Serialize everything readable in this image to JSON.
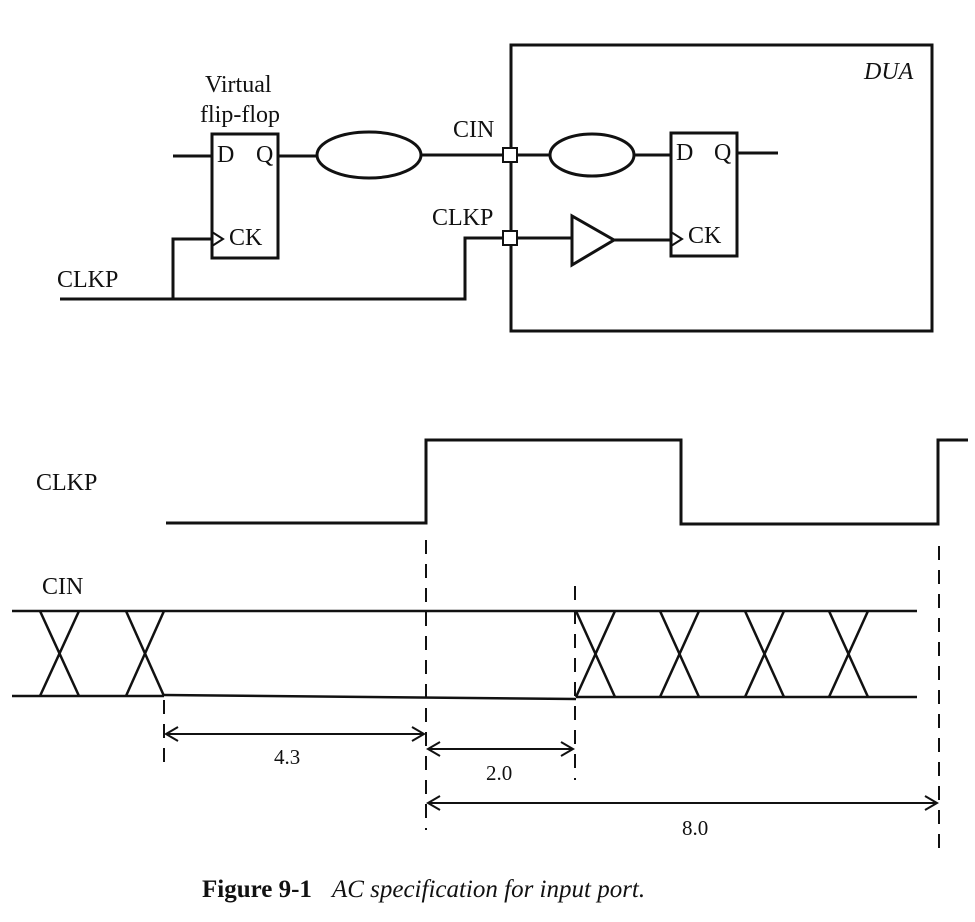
{
  "circuit": {
    "virtual_ff_label_line1": "Virtual",
    "virtual_ff_label_line2": "flip-flop",
    "dua_label": "DUA",
    "ff_d": "D",
    "ff_q": "Q",
    "ff_ck": "CK",
    "cin_port": "CIN",
    "clkp_port": "CLKP",
    "clkp_input": "CLKP"
  },
  "timing": {
    "clkp_label": "CLKP",
    "cin_label": "CIN",
    "dimensions": [
      "4.3",
      "2.0",
      "8.0"
    ]
  },
  "caption": {
    "number": "Figure 9-1",
    "text": "AC specification for input port."
  }
}
